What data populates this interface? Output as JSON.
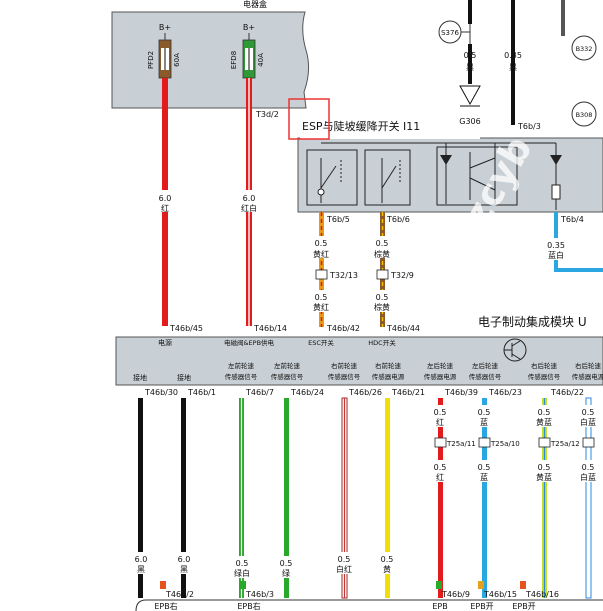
{
  "fuse_box": {
    "title": "电器盒",
    "bplus_1": "B+",
    "bplus_2": "B+",
    "fuse_1_code": "PFD2",
    "fuse_1_rating": "60A",
    "fuse_2_code": "EFD8",
    "fuse_2_rating": "40A",
    "conn_t3d2": "T3d/2"
  },
  "switch": {
    "title": "ESP与陡坡缓降开关 I11",
    "pins": [
      "T6b/5",
      "T6b/6",
      "T6b/4"
    ],
    "t6b3": "T6b/3"
  },
  "top_right": {
    "s376": "S376",
    "b332": "B332",
    "b308": "B308",
    "g306": "G306",
    "wire_05": "0.5",
    "wire_black": "黑",
    "wire_035": "0.35",
    "wire_black2": "黑"
  },
  "wires": {
    "left_gauge": "6.0",
    "left_color": "红",
    "mid_gauge": "6.0",
    "mid_color": "红白",
    "sw1_gauge_a": "0.5",
    "sw1_color_a": "黄红",
    "sw1_conn": "T32/13",
    "sw1_gauge_b": "0.5",
    "sw1_color_b": "黄红",
    "sw2_gauge_a": "0.5",
    "sw2_color_a": "棕黄",
    "sw2_conn": "T32/9",
    "sw2_gauge_b": "0.5",
    "sw2_color_b": "棕黄",
    "sw3_gauge": "0.35",
    "sw3_color": "蓝白"
  },
  "module": {
    "title": "电子制动集成模块 U",
    "upper_pins": [
      "T46b/45",
      "T46b/14",
      "T46b/42",
      "T46b/44"
    ],
    "upper_labels": [
      "电源",
      "电磁阀&EPB供电",
      "ESC开关",
      "HDC开关"
    ],
    "lower_labels": [
      "接地",
      "接地",
      "左前轮速",
      "左前轮速",
      "右前轮速",
      "右前轮速",
      "左后轮速",
      "左后轮速",
      "右后轮速",
      "右后轮速"
    ],
    "lower_labels_2": [
      "传感器信号",
      "传感器信号",
      "传感器信号",
      "传感器电源",
      "传感器电源",
      "传感器信号",
      "传感器信号",
      "传感器电源"
    ],
    "lower_pins": [
      "T46b/30",
      "T46b/1",
      "T46b/7",
      "T46b/24",
      "T46b/26",
      "T46b/21",
      "T46b/39",
      "T46b/23",
      "T46b/22"
    ]
  },
  "lower_wires": {
    "w1_gauge": "6.0",
    "w1_color": "黑",
    "w2_gauge": "6.0",
    "w2_color": "黑",
    "w3_gauge": "0.5",
    "w3_color": "绿白",
    "w4_gauge": "0.5",
    "w4_color": "绿",
    "w5_gauge": "0.5",
    "w5_color": "白红",
    "w6_gauge": "0.5",
    "w6_color": "黄",
    "w7_gauge_a": "0.5",
    "w7_color_a": "红",
    "w7_conn": "T25a/11",
    "w7_gauge_b": "0.5",
    "w7_color_b": "红",
    "w8_gauge_a": "0.5",
    "w8_color_a": "蓝",
    "w8_conn": "T25a/10",
    "w8_gauge_b": "0.5",
    "w8_color_b": "蓝",
    "w9_gauge_a": "0.5",
    "w9_color_a": "黄蓝",
    "w9_conn": "T25a/12",
    "w9_gauge_b": "0.5",
    "w9_color_b": "黄蓝",
    "w10_gauge_a": "0.5",
    "w10_color_a": "白蓝",
    "w10_gauge_b": "0.5",
    "w10_color_b": "白蓝"
  },
  "bottom": {
    "pins": [
      "T46b/2",
      "T46b/3",
      "T46b/9",
      "T46b/15",
      "T46b/16"
    ],
    "labels": [
      "EPB右",
      "EPB右",
      "EPB",
      "EPB开",
      "EPB开"
    ]
  },
  "watermark": "zcyb"
}
